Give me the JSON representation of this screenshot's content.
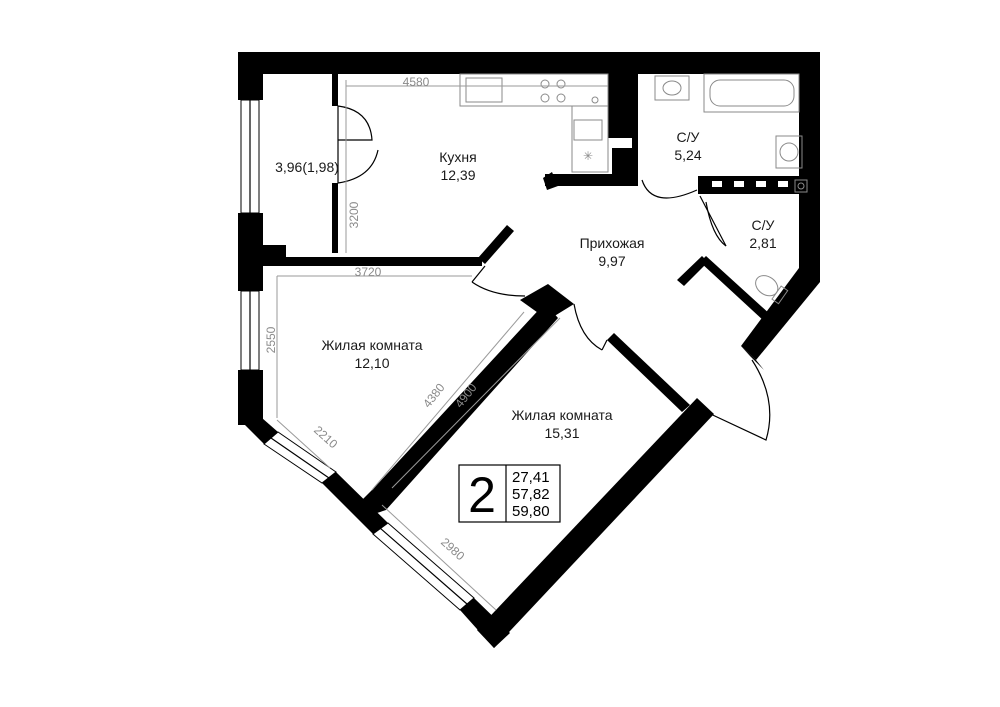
{
  "rooms": {
    "loggia": {
      "name": "",
      "area": "3,96(1,98)"
    },
    "kitchen": {
      "name": "Кухня",
      "area": "12,39"
    },
    "bath1": {
      "name": "С/У",
      "area": "5,24"
    },
    "hall": {
      "name": "Прихожая",
      "area": "9,97"
    },
    "bath2": {
      "name": "С/У",
      "area": "2,81"
    },
    "living1": {
      "name": "Жилая комната",
      "area": "12,10"
    },
    "living2": {
      "name": "Жилая комната",
      "area": "15,31"
    }
  },
  "dimensions": {
    "kitchen_width": "4580",
    "kitchen_depth": "3200",
    "living1_width": "3720",
    "living1_depth": "2550",
    "living1_window": "2210",
    "living1_diag": "4380",
    "living2_diag": "4900",
    "living2_window": "2980"
  },
  "summary": {
    "rooms_count": "2",
    "living_area": "27,41",
    "total_area": "57,82",
    "total_area_with_loggia": "59,80"
  }
}
